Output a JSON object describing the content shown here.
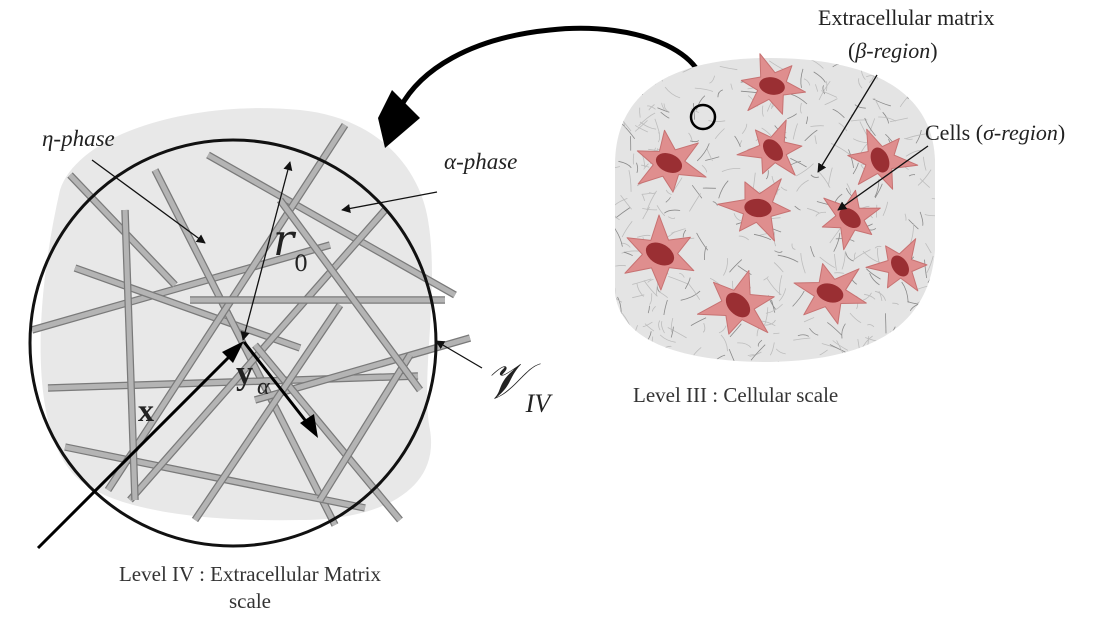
{
  "labels": {
    "eta_phase": "η-phase",
    "alpha_phase": "α-phase",
    "r0_main": "r",
    "r0_sub": "0",
    "x_vec": "x",
    "y_main": "y",
    "y_sub": "α",
    "v_main": "𝒱",
    "v_sub": "IV",
    "ecm_line1": "Extracellular matrix",
    "ecm_line2_open": "(",
    "ecm_line2_italic": "β-region",
    "ecm_line2_close": ")",
    "cells_prefix": "Cells (",
    "cells_italic": "σ-region",
    "cells_close": ")",
    "level4_line1": "Level IV : Extracellular Matrix",
    "level4_line2": "scale",
    "level3": "Level III : Cellular scale"
  },
  "colors": {
    "fiber": "#b4b4b4",
    "fiber_edge": "#7a7a7a",
    "blob": "#e8e8e8",
    "cell_body": "#df8e8e",
    "cell_nucleus": "#9a2f33",
    "matrix_texture": "#bdbdbd"
  }
}
